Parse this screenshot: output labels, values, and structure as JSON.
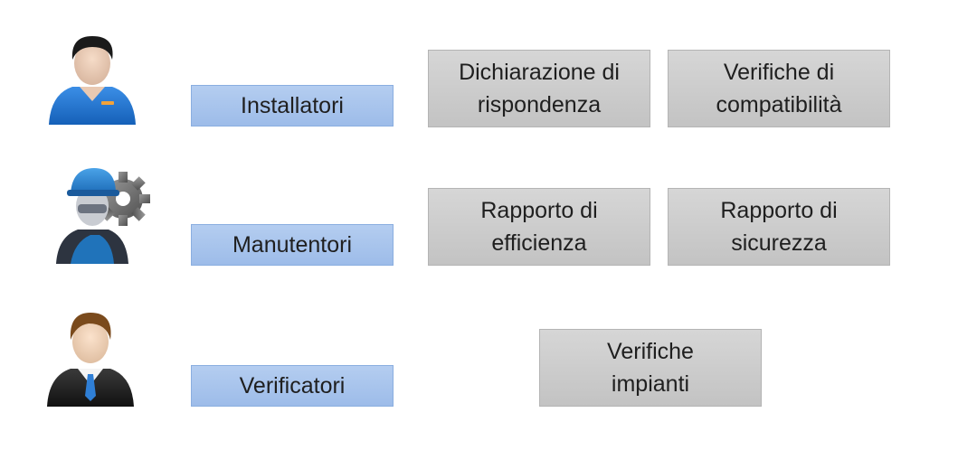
{
  "roles": [
    {
      "label": "Installatori",
      "icon": "installer-person-icon"
    },
    {
      "label": "Manutentori",
      "icon": "maintenance-worker-gear-icon"
    },
    {
      "label": "Verificatori",
      "icon": "inspector-businessman-icon"
    }
  ],
  "documents": {
    "installatori": [
      {
        "line1": "Dichiarazione di",
        "line2": "rispondenza"
      },
      {
        "line1": "Verifiche di",
        "line2": "compatibilità"
      }
    ],
    "manutentori": [
      {
        "line1": "Rapporto di",
        "line2": "efficienza"
      },
      {
        "line1": "Rapporto di",
        "line2": "sicurezza"
      }
    ],
    "verificatori": [
      {
        "line1": "Verifiche",
        "line2": "impianti"
      }
    ]
  },
  "colors": {
    "role_box": "#a7c4ec",
    "doc_box": "#cccccc",
    "text": "#1f1f1f"
  }
}
